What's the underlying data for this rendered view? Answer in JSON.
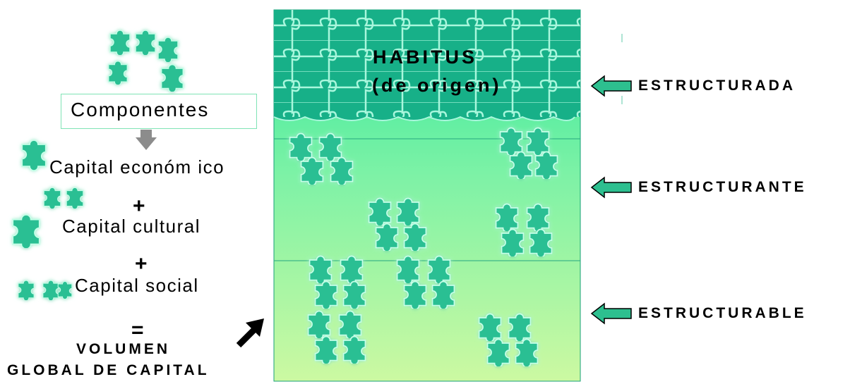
{
  "components_label": "Componentes",
  "capitals": {
    "economic": "Capital económ ico",
    "cultural": "Capital cultural",
    "social": "Capital social"
  },
  "operators": {
    "plus": "+",
    "equals": "="
  },
  "result": {
    "line1": "VOLUMEN",
    "line2": "GLOBAL DE CAPITAL"
  },
  "habitus": {
    "line1": "HABITUS",
    "line2": "(de origen)"
  },
  "levels": [
    "ESTRUCTURADA",
    "ESTRUCTURANTE",
    "ESTRUCTURABLE"
  ],
  "colors": {
    "habitus_band": "#19b48b",
    "middle_band_top": "#3ef0a0",
    "bottom_band": "#c8f8a0",
    "puzzle_piece": "#2bbf93",
    "puzzle_glow": "#b8ffe0",
    "arrow_fill": "#2dbf8f"
  },
  "icons": [
    "puzzle-piece-icon",
    "arrow-left-icon",
    "arrow-down-icon",
    "arrow-diagonal-icon"
  ]
}
